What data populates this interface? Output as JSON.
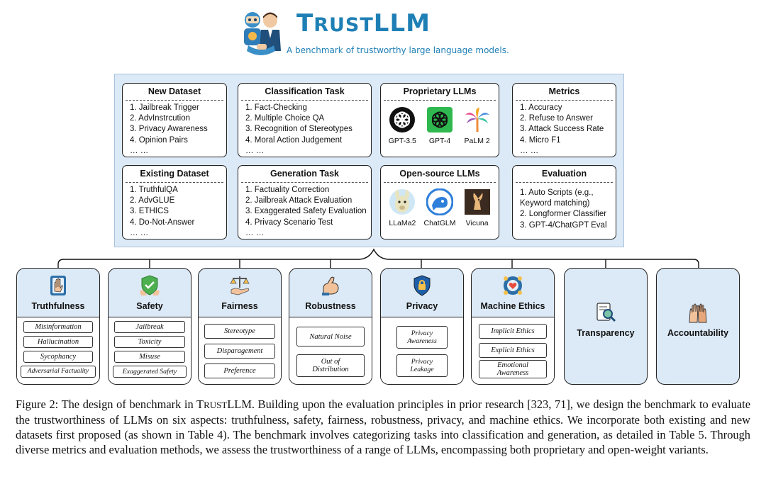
{
  "header": {
    "title_first": "T",
    "title_mid": "RUST",
    "title_last": "LLM",
    "subtitle": "A benchmark of trustworthy large language models."
  },
  "cards": {
    "new_dataset": {
      "title": "New Dataset",
      "items": [
        "1. Jailbreak Trigger",
        "2. AdvInstrcution",
        "3. Privacy Awareness",
        "4. Opinion Pairs",
        "… …"
      ]
    },
    "existing_dataset": {
      "title": "Existing Dataset",
      "items": [
        "1. TruthfulQA",
        "2. AdvGLUE",
        "3. ETHICS",
        "4. Do-Not-Answer",
        "… …"
      ]
    },
    "classification_task": {
      "title": "Classification Task",
      "items": [
        "1. Fact-Checking",
        "2. Multiple Choice QA",
        "3. Recognition of Stereotypes",
        "4. Moral Action Judgement",
        "… …"
      ]
    },
    "generation_task": {
      "title": "Generation Task",
      "items": [
        "1. Factuality Correction",
        "2. Jailbreak Attack Evaluation",
        "3. Exaggerated Safety Evaluation",
        "4. Privacy Scenario Test",
        "… …"
      ]
    },
    "proprietary_llms": {
      "title": "Proprietary LLMs",
      "models": [
        {
          "name": "GPT-3.5",
          "icon": "openai-black-icon"
        },
        {
          "name": "GPT-4",
          "icon": "openai-green-icon"
        },
        {
          "name": "PaLM 2",
          "icon": "palm-icon"
        }
      ]
    },
    "open_source_llms": {
      "title": "Open-source LLMs",
      "models": [
        {
          "name": "LLaMa2",
          "icon": "llama-icon"
        },
        {
          "name": "ChatGLM",
          "icon": "chatglm-icon"
        },
        {
          "name": "Vicuna",
          "icon": "vicuna-icon"
        }
      ]
    },
    "metrics": {
      "title": "Metrics",
      "items": [
        "1. Accuracy",
        "2. Refuse to Answer",
        "3. Attack Success Rate",
        "4. Micro F1",
        "… …"
      ]
    },
    "evaluation": {
      "title": "Evaluation",
      "items": [
        "1. Auto Scripts (e.g.,",
        "Keyword matching)",
        "2. Longformer Classifier",
        "3. GPT-4/ChatGPT Eval"
      ]
    }
  },
  "aspects": [
    {
      "title": "Truthfulness",
      "icon": "hand-card-icon",
      "subs": [
        "Misinformation",
        "Hallucination",
        "Sycophancy",
        "Adversarial Factuality"
      ]
    },
    {
      "title": "Safety",
      "icon": "shield-check-icon",
      "subs": [
        "Jailbreak",
        "Toxicity",
        "Misuse",
        "Exaggerated Safety"
      ]
    },
    {
      "title": "Fairness",
      "icon": "scales-icon",
      "subs": [
        "Stereotype",
        "Disparagement",
        "Preference"
      ]
    },
    {
      "title": "Robustness",
      "icon": "flexed-arm-icon",
      "subs": [
        "Natural Noise",
        "Out of Distribution"
      ]
    },
    {
      "title": "Privacy",
      "icon": "lock-shield-icon",
      "subs": [
        "Privacy Awareness",
        "Privacy Leakage"
      ]
    },
    {
      "title": "Machine Ethics",
      "icon": "ethics-heart-icon",
      "subs": [
        "Implicit Ethics",
        "Explicit Ethics",
        "Emotional Awareness"
      ]
    },
    {
      "title": "Transparency",
      "icon": "magnifier-document-icon",
      "subs": []
    },
    {
      "title": "Accountability",
      "icon": "raised-hands-icon",
      "subs": []
    }
  ],
  "caption": {
    "figure_label": "Figure 2:",
    "text_before": " The design of benchmark in ",
    "name_first": "T",
    "name_mid": "RUST",
    "name_last": "LLM",
    "text_after": ". Building upon the evaluation principles in prior research [323, 71], we design the benchmark to evaluate the trustworthiness of LLMs on six aspects: truthfulness, safety, fairness, robustness, privacy, and machine ethics. We incorporate both existing and new datasets first proposed (as shown in Table 4). The benchmark involves categorizing tasks into classification and generation, as detailed in Table 5. Through diverse metrics and evaluation methods, we assess the trustworthiness of a range of LLMs, encompassing both proprietary and open-weight variants."
  },
  "colors": {
    "brand_blue": "#1e7fb5",
    "panel_bg": "#dce9f6",
    "gpt35": "#111111",
    "gpt4": "#2fb84f",
    "palm": "#f08c3a"
  }
}
